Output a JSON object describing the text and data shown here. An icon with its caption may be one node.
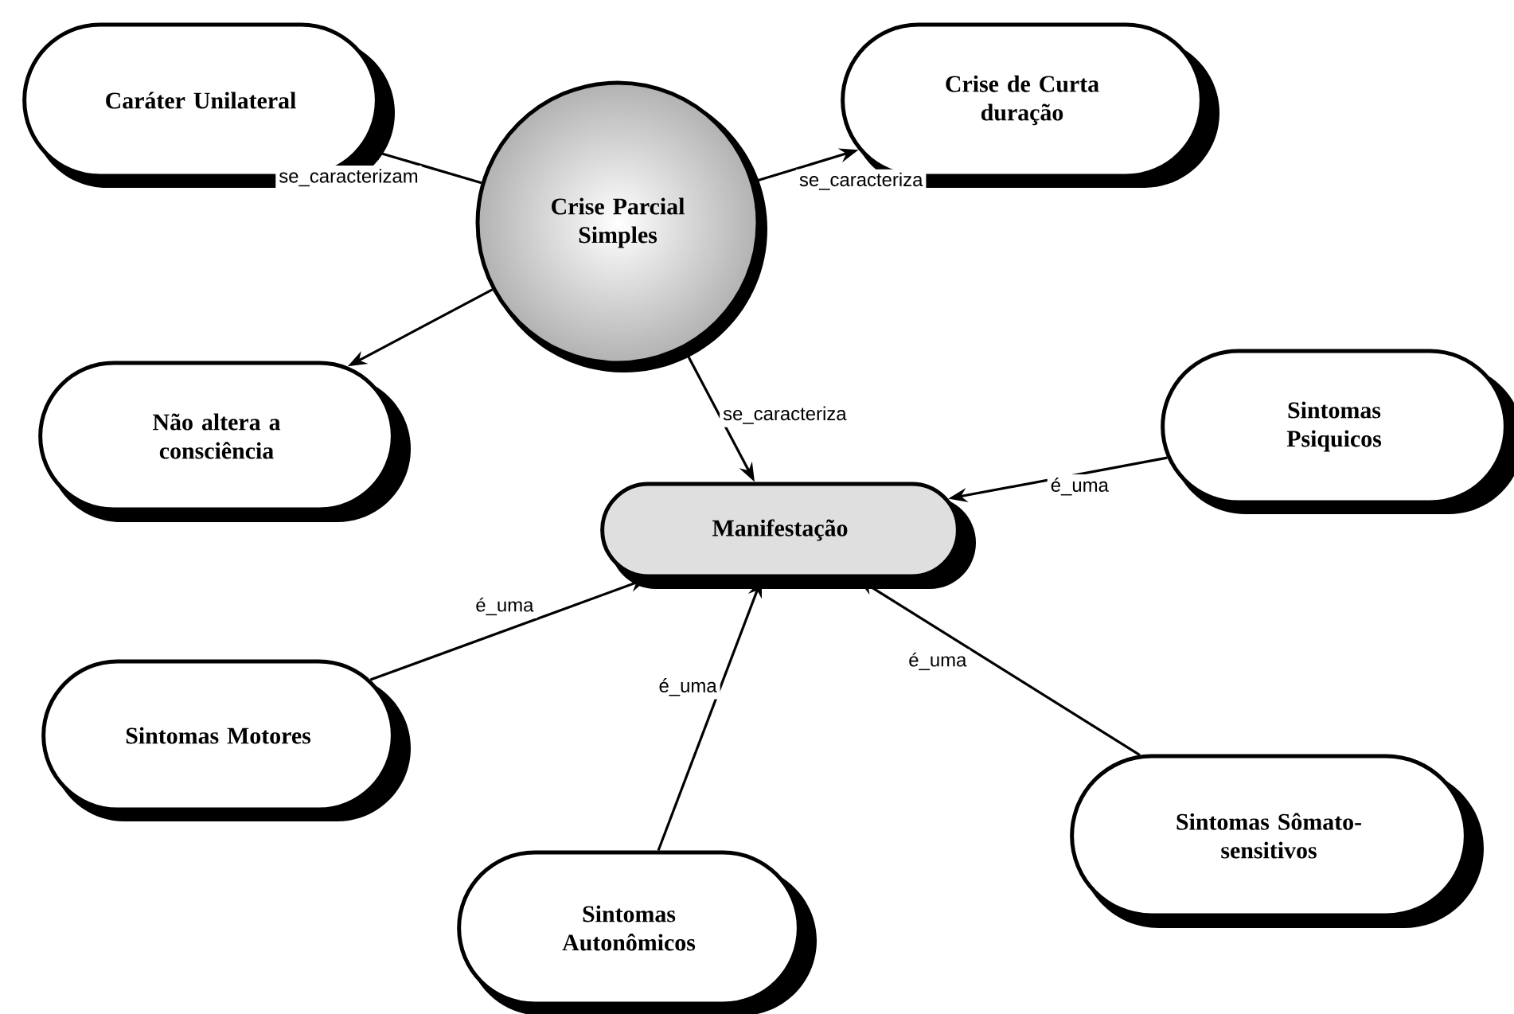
{
  "diagram": {
    "nodes": [
      {
        "text": [
          "Caráter Unilateral"
        ]
      },
      {
        "text": [
          "Crise Parcial Simples"
        ]
      },
      {
        "text": [
          "Crise de Curta duração"
        ]
      },
      {
        "text": [
          "Não altera a consciência"
        ]
      },
      {
        "text": [
          "Sintomas Psiquicos"
        ]
      },
      {
        "text": [
          "Manifestação"
        ]
      },
      {
        "text": [
          "Sintomas Motores"
        ]
      },
      {
        "text": [
          "Sintomas Sômato-sensitivos"
        ]
      },
      {
        "text": [
          "Sintomas Autonômicos"
        ]
      }
    ],
    "edges": [
      {
        "from": 1,
        "to": 0,
        "arrow": "to",
        "label": "se_caracterizam"
      },
      {
        "from": 1,
        "to": 2,
        "arrow": "to",
        "label": "se_caracteriza"
      },
      {
        "from": 1,
        "to": 3,
        "arrow": "to"
      },
      {
        "from": 1,
        "to": 5,
        "arrow": "to",
        "label": "se_caracteriza"
      },
      {
        "from": 4,
        "to": 5,
        "arrow": "to",
        "label": "é_uma"
      },
      {
        "from": 6,
        "to": 5,
        "arrow": "to",
        "label": "é_uma"
      },
      {
        "from": 8,
        "to": 5,
        "arrow": "to",
        "label": "é_uma"
      },
      {
        "from": 7,
        "to": 5,
        "arrow": "to",
        "label": "é_uma"
      }
    ]
  }
}
